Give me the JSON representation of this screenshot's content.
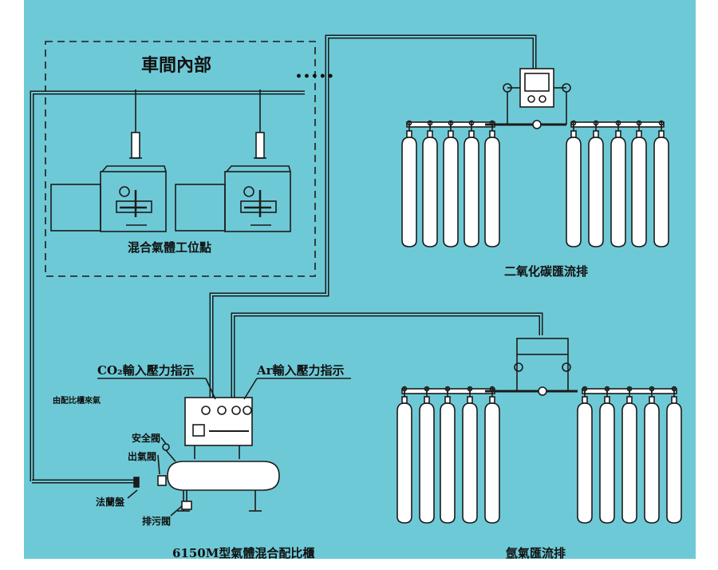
{
  "labels": {
    "workshop_interior": "車間內部",
    "mixed_gas_station": "混合氣體工位點",
    "co2_manifold": "二氧化碳匯流排",
    "argon_manifold": "氬氣匯流排",
    "co2_input_pressure": "CO₂輸入壓力指示",
    "ar_input_pressure": "Ar輸入壓力指示",
    "supply_note": "由配比櫃來氣",
    "safety_valve": "安全閥",
    "outlet_valve": "出氣閥",
    "flange_plate": "法蘭盤",
    "drain_valve": "排污閥",
    "cabinet_name": "6150M型氣體混合配比櫃",
    "ellipsis": "•••••"
  },
  "colors": {
    "background": "#6ec9d6",
    "line": "#1b1b1b",
    "cylinder_fill": "#ffffff"
  }
}
